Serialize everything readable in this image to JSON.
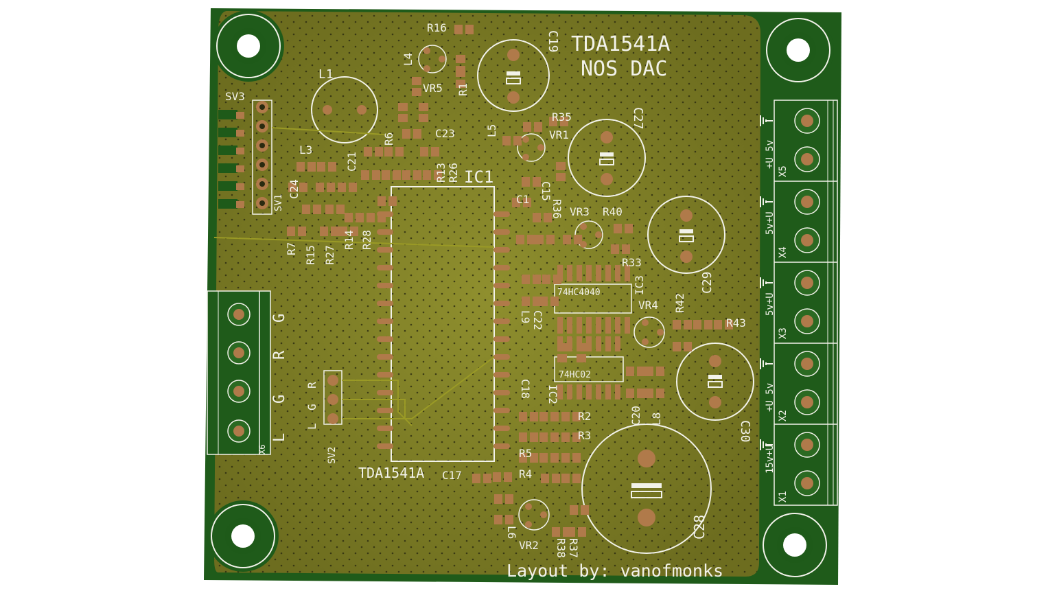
{
  "board": {
    "title": "TDA1541A",
    "subtitle": "NOS DAC",
    "credit": "Layout by: vanofmonks",
    "colors": {
      "board_edge": "#1f5b1a",
      "copper_pour": "#6b6b1e",
      "pour_light": "#8a8a2a",
      "pad": "#b07a4a",
      "silkscreen": "#f2f2ea"
    }
  },
  "labels": {
    "ic1": "IC1",
    "ic1_part": "TDA1541A",
    "ic2": "IC2",
    "ic3": "IC3",
    "ic3_part": "74HC4040",
    "ic2_part": "74HC02",
    "sv1": "SV1",
    "sv2": "SV2",
    "sv3": "SV3",
    "l1": "L1",
    "l3": "L3",
    "l4": "L4",
    "l5": "L5",
    "l6": "L6",
    "l8": "L8",
    "l9": "L9",
    "r1": "R1",
    "r2": "R2",
    "r3": "R3",
    "r4": "R4",
    "r5": "R5",
    "r6": "R6",
    "r7": "R7",
    "r13": "R13",
    "r14": "R14",
    "r15": "R15",
    "r16": "R16",
    "r26": "R26",
    "r27": "R27",
    "r28": "R28",
    "r33": "R33",
    "r35": "R35",
    "r36": "R36",
    "r37": "R37",
    "r38": "R38",
    "r40": "R40",
    "r42": "R42",
    "r43": "R43",
    "c1": "C1",
    "c15": "C15",
    "c17": "C17",
    "c18": "C18",
    "c19": "C19",
    "c20": "C20",
    "c21": "C21",
    "c22": "C22",
    "c23": "C23",
    "c24": "C24",
    "c27": "C27",
    "c28": "C28",
    "c29": "C29",
    "c30": "C30",
    "vr1": "VR1",
    "vr2": "VR2",
    "vr3": "VR3",
    "vr4": "VR4",
    "vr5": "VR5",
    "x1": "X1",
    "x2": "X2",
    "x3": "X3",
    "x4": "X4",
    "x5": "X5",
    "x6": "X6",
    "x5_pins": "+U 5v",
    "x4_pins": "5v+U",
    "x3_pins": "5v+U",
    "x2_pins": "+U 5v",
    "x1_pins": "15v+U",
    "out_g1": "G",
    "out_r": "R",
    "out_g2": "G",
    "out_l": "L",
    "sv2_r": "R",
    "sv2_g": "G",
    "sv2_l": "L"
  }
}
